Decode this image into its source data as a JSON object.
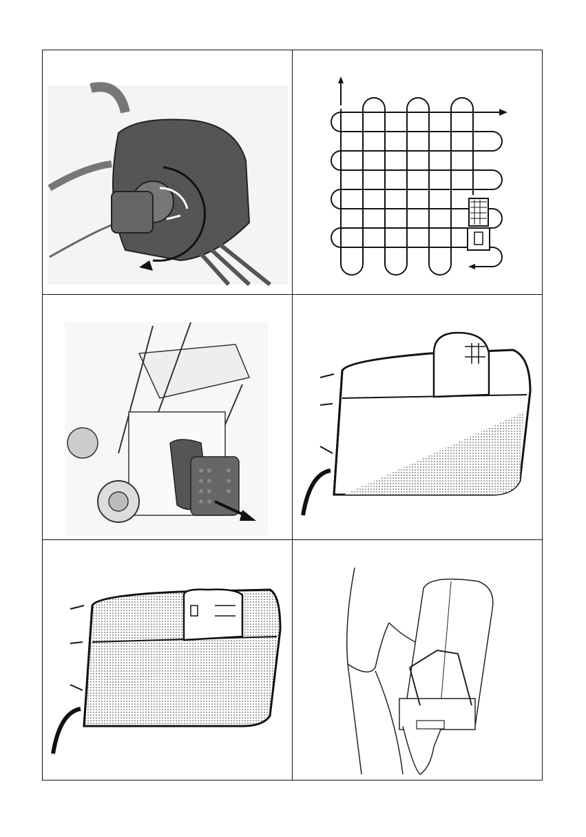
{
  "page": {
    "panels": [
      {
        "id": "p1",
        "icon": "height-adjust-knob-icon"
      },
      {
        "id": "p2",
        "icon": "mowing-pattern-icon"
      },
      {
        "id": "p3",
        "icon": "discharge-flap-icon"
      },
      {
        "id": "p4",
        "icon": "grass-bag-empty-icon"
      },
      {
        "id": "p5",
        "icon": "grass-bag-full-icon"
      },
      {
        "id": "p6",
        "icon": "carry-grass-bag-icon"
      }
    ],
    "colors": {
      "line": "#111111",
      "fill": "#555555",
      "paper": "#ffffff"
    }
  }
}
